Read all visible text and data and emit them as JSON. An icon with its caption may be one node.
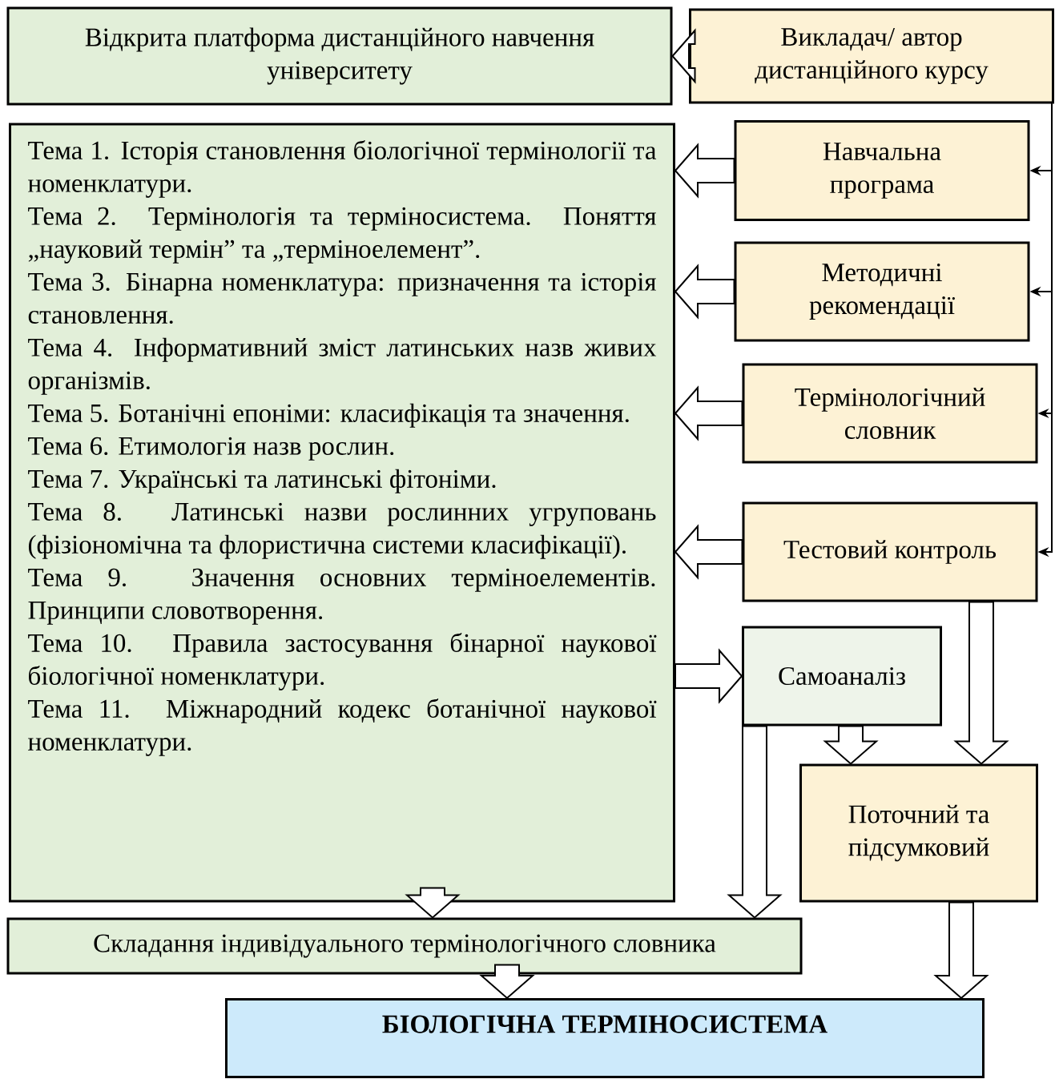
{
  "diagram": {
    "nodes": [
      {
        "text": [
          "Відкрита платформа дистанційного навчення університету"
        ]
      },
      {
        "text": [
          "Викладач/ автор дистанційного курсу"
        ]
      },
      {
        "text": [
          "Тема 1. Історія становлення біологічної термінології та номенклатури.",
          "Тема 2. Термінологія та терміносистема. Поняття „науковий термін” та „терміноелемент”.",
          "Тема 3. Бінарна номенклатура: призначення та історія становлення.",
          "Тема 4. Інформативний зміст латинських назв живих організмів.",
          "Тема 5. Ботанічні епоніми: класифікація та значення.",
          "Тема 6. Етимологія назв рослин.",
          "Тема 7. Українські та латинські фітоніми.",
          "Тема 8. Латинські назви рослинних угруповань (фізіономічна та флористична системи класифікації).",
          "Тема 9. Значення основних терміноелементів. Принципи словотворення.",
          "Тема 10. Правила застосування бінарної наукової біологічної номенклатури.",
          "Тема 11. Міжнародний кодекс ботанічної наукової номенклатури."
        ]
      },
      {
        "text": [
          "Навчальна програма"
        ]
      },
      {
        "text": [
          "Методичні рекомендації"
        ]
      },
      {
        "text": [
          "Термінологічний словник"
        ]
      },
      {
        "text": [
          "Тестовий контроль"
        ]
      },
      {
        "text": [
          "Самоаналіз"
        ]
      },
      {
        "text": [
          "Поточний та підсумковий"
        ]
      },
      {
        "text": [
          "Складання індивідуального термінологічного словника"
        ]
      },
      {
        "text": [
          "БІОЛОГІЧНА ТЕРМІНОСИСТЕМА"
        ]
      }
    ],
    "edges": [
      {
        "from": 1,
        "to": 0,
        "arrow": "to"
      },
      {
        "from": 1,
        "to": 3,
        "arrow": "to"
      },
      {
        "from": 1,
        "to": 4,
        "arrow": "to"
      },
      {
        "from": 1,
        "to": 5,
        "arrow": "to"
      },
      {
        "from": 1,
        "to": 6,
        "arrow": "to"
      },
      {
        "from": 3,
        "to": 2,
        "arrow": "to"
      },
      {
        "from": 4,
        "to": 2,
        "arrow": "to"
      },
      {
        "from": 5,
        "to": 2,
        "arrow": "to"
      },
      {
        "from": 6,
        "to": 2,
        "arrow": "to"
      },
      {
        "from": 2,
        "to": 7,
        "arrow": "to"
      },
      {
        "from": 6,
        "to": 8,
        "arrow": "to"
      },
      {
        "from": 7,
        "to": 8,
        "arrow": "to"
      },
      {
        "from": 7,
        "to": 9,
        "arrow": "to"
      },
      {
        "from": 2,
        "to": 9,
        "arrow": "to"
      },
      {
        "from": 9,
        "to": 10,
        "arrow": "to"
      },
      {
        "from": 8,
        "to": 10,
        "arrow": "to"
      }
    ]
  }
}
